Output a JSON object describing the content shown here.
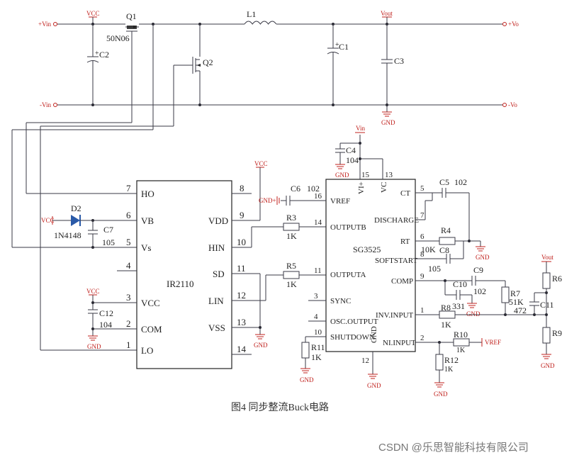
{
  "labels": {
    "vin_pos": "+Vin",
    "vin_neg": "-Vin",
    "vo_pos": "+Vo",
    "vo_neg": "-Vo",
    "vcc": "VCC",
    "vout": "Vout",
    "vin": "Vin",
    "gnd": "GND",
    "vref": "VREF",
    "gnd_plus": "GND+"
  },
  "components": {
    "q1": "Q1",
    "q1_part": "50N06",
    "q2": "Q2",
    "l1": "L1",
    "c1": "C1",
    "c2": "C2",
    "c3": "C3",
    "c4": "C4",
    "c4_val": "104",
    "c6": "C6",
    "c6_val": "102",
    "c7": "C7",
    "c7_val": "105",
    "c5": "C5",
    "c5_val": "102",
    "c8": "C8",
    "c8_val": "105",
    "c9": "C9",
    "c10": "C10",
    "c10_val": "102",
    "c10_val2": "331",
    "c11": "C11",
    "c11_val": "472",
    "c12": "C12",
    "c12_val": "104",
    "d2": "D2",
    "d2_part": "1N4148",
    "r3": "R3",
    "r3_val": "1K",
    "r4": "R4",
    "r4_val": "10K",
    "r5": "R5",
    "r5_val": "1K",
    "r6": "R6",
    "r7": "R7",
    "r7_val": "51K",
    "r8": "R8",
    "r8_val": "1K",
    "r9": "R9",
    "r10": "R10",
    "r10_val": "1K",
    "r11": "R11",
    "r11_val": "1K",
    "r12": "R12",
    "r12_val": "1K"
  },
  "ir2110": {
    "name": "IR2110",
    "left_pins": [
      {
        "num": "7",
        "name": "HO"
      },
      {
        "num": "6",
        "name": "VB"
      },
      {
        "num": "5",
        "name": "Vs"
      },
      {
        "num": "4",
        "name": ""
      },
      {
        "num": "3",
        "name": "VCC"
      },
      {
        "num": "2",
        "name": "COM"
      },
      {
        "num": "1",
        "name": "LO"
      }
    ],
    "right_pins": [
      {
        "num": "8",
        "name": ""
      },
      {
        "num": "9",
        "name": "VDD"
      },
      {
        "num": "10",
        "name": "HIN"
      },
      {
        "num": "11",
        "name": "SD"
      },
      {
        "num": "12",
        "name": "LIN"
      },
      {
        "num": "13",
        "name": "VSS"
      },
      {
        "num": "14",
        "name": ""
      }
    ]
  },
  "sg3525": {
    "name": "SG3525",
    "top_pins": [
      {
        "num": "15",
        "name": "VI+"
      },
      {
        "num": "13",
        "name": "VC"
      }
    ],
    "left_pins": [
      {
        "num": "16",
        "name": "VREF"
      },
      {
        "num": "14",
        "name": "OUTPUTB"
      },
      {
        "num": "11",
        "name": "OUTPUTA"
      },
      {
        "num": "3",
        "name": "SYNC"
      },
      {
        "num": "4",
        "name": "OSC.OUTPUT"
      },
      {
        "num": "10",
        "name": "SHUTDOWN"
      }
    ],
    "right_pins": [
      {
        "num": "5",
        "name": "CT"
      },
      {
        "num": "7",
        "name": "DISCHARGE"
      },
      {
        "num": "6",
        "name": "RT"
      },
      {
        "num": "8",
        "name": "SOFTSTART"
      },
      {
        "num": "9",
        "name": "COMP"
      },
      {
        "num": "1",
        "name": "INV.INPUT"
      },
      {
        "num": "2",
        "name": "NI.INPUT"
      }
    ],
    "bottom_pin": {
      "num": "12",
      "name": "GND"
    }
  },
  "caption": "图4   同步整流Buck电路",
  "watermark": "CSDN @乐思智能科技有限公司"
}
